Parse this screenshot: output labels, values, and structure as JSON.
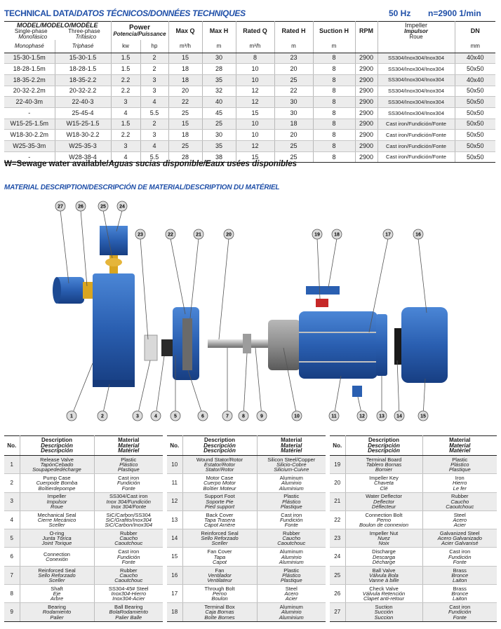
{
  "header": {
    "title_en": "TECHNICAL DATA/",
    "title_rest": "DATOS TÉCNICOS/DONNÉES TECHNIQUES",
    "frequency": "50 Hz",
    "speed": "n=2900 1/min"
  },
  "tech_table": {
    "col_model": {
      "title": "MODEL/MODELO/MODÈLE",
      "single": "Single-phase",
      "single_es": "Monofásico",
      "single_fr": "Monophasé",
      "three": "Three-phase",
      "three_es": "Trifásico",
      "three_fr": "Triphasé"
    },
    "col_power": {
      "title": "Power",
      "sub": "Potencia/Puissance",
      "kw": "kw",
      "hp": "hp"
    },
    "col_maxq": {
      "title": "Max Q",
      "unit": "m³/h"
    },
    "col_maxh": {
      "title": "Max H",
      "unit": "m"
    },
    "col_ratedq": {
      "title": "Rated Q",
      "unit": "m³/h"
    },
    "col_ratedh": {
      "title": "Rated H",
      "unit": "m"
    },
    "col_suction": {
      "title": "Suction H",
      "unit": "m"
    },
    "col_rpm": {
      "title": "RPM"
    },
    "col_impeller": {
      "title": "Impeller",
      "es": "Impulsor",
      "fr": "Roue"
    },
    "col_dn": {
      "title": "DN",
      "unit": "mm"
    },
    "rows": [
      {
        "single": "15-30-1.5m",
        "three": "15-30-1.5",
        "kw": "1.5",
        "hp": "2",
        "maxq": "15",
        "maxh": "30",
        "rq": "8",
        "rh": "23",
        "sh": "8",
        "rpm": "2900",
        "imp": "SS304/Inox304/Inox304",
        "dn": "40x40"
      },
      {
        "single": "18-28-1.5m",
        "three": "18-28-1.5",
        "kw": "1.5",
        "hp": "2",
        "maxq": "18",
        "maxh": "28",
        "rq": "10",
        "rh": "20",
        "sh": "8",
        "rpm": "2900",
        "imp": "SS304/Inox304/Inox304",
        "dn": "50x50"
      },
      {
        "single": "18-35-2.2m",
        "three": "18-35-2.2",
        "kw": "2.2",
        "hp": "3",
        "maxq": "18",
        "maxh": "35",
        "rq": "10",
        "rh": "25",
        "sh": "8",
        "rpm": "2900",
        "imp": "SS304/Inox304/Inox304",
        "dn": "40x40"
      },
      {
        "single": "20-32-2.2m",
        "three": "20-32-2.2",
        "kw": "2.2",
        "hp": "3",
        "maxq": "20",
        "maxh": "32",
        "rq": "12",
        "rh": "22",
        "sh": "8",
        "rpm": "2900",
        "imp": "SS304/Inox304/Inox304",
        "dn": "50x50"
      },
      {
        "single": "22-40-3m",
        "three": "22-40-3",
        "kw": "3",
        "hp": "4",
        "maxq": "22",
        "maxh": "40",
        "rq": "12",
        "rh": "30",
        "sh": "8",
        "rpm": "2900",
        "imp": "SS304/Inox304/Inox304",
        "dn": "50x50"
      },
      {
        "single": "-",
        "three": "25-45-4",
        "kw": "4",
        "hp": "5.5",
        "maxq": "25",
        "maxh": "45",
        "rq": "15",
        "rh": "30",
        "sh": "8",
        "rpm": "2900",
        "imp": "SS304/Inox304/Inox304",
        "dn": "50x50"
      },
      {
        "single": "W15-25-1.5m",
        "three": "W15-25-1.5",
        "kw": "1.5",
        "hp": "2",
        "maxq": "15",
        "maxh": "25",
        "rq": "10",
        "rh": "18",
        "sh": "8",
        "rpm": "2900",
        "imp": "Cast iron/Fundición/Fonte",
        "dn": "50x50"
      },
      {
        "single": "W18-30-2.2m",
        "three": "W18-30-2.2",
        "kw": "2.2",
        "hp": "3",
        "maxq": "18",
        "maxh": "30",
        "rq": "10",
        "rh": "20",
        "sh": "8",
        "rpm": "2900",
        "imp": "Cast iron/Fundición/Fonte",
        "dn": "50x50"
      },
      {
        "single": "W25-35-3m",
        "three": "W25-35-3",
        "kw": "3",
        "hp": "4",
        "maxq": "25",
        "maxh": "35",
        "rq": "12",
        "rh": "25",
        "sh": "8",
        "rpm": "2900",
        "imp": "Cast iron/Fundición/Fonte",
        "dn": "50x50"
      },
      {
        "single": "-",
        "three": "W28-38-4",
        "kw": "4",
        "hp": "5.5",
        "maxq": "28",
        "maxh": "38",
        "rq": "15",
        "rh": "25",
        "sh": "8",
        "rpm": "2900",
        "imp": "Cast iron/Fundición/Fonte",
        "dn": "50x50"
      }
    ]
  },
  "note": {
    "lead": "W=Sewage water available/",
    "rest": "Aguas sucias disponible/Eaux usées disponibles"
  },
  "material_title": "MATERIAL DESCRIPTION/DESCRIPCIÓN DE MATERIAL/DESCRIPTION DU MATÉRIEL",
  "callouts": [
    "1",
    "2",
    "3",
    "4",
    "5",
    "6",
    "7",
    "8",
    "9",
    "10",
    "11",
    "12",
    "13",
    "14",
    "15",
    "16",
    "17",
    "18",
    "19",
    "20",
    "21",
    "22",
    "23",
    "24",
    "25",
    "26",
    "27"
  ],
  "colors": {
    "accent": "#1f4fa8",
    "pump_blue": "#2b63b6",
    "stator_grey": "#8a8a8a",
    "brass": "#d9a520",
    "valve_red": "#c62828"
  },
  "parts_head": {
    "no": "No.",
    "desc": "Description",
    "desc_es": "Descripción",
    "desc_fr": "Descripción",
    "mat": "Material",
    "mat_es": "Material",
    "mat_fr": "Matériel"
  },
  "parts": [
    {
      "no": "1",
      "d": [
        "Release Valve",
        "TapónCebado",
        "Soupapededécharge"
      ],
      "m": [
        "Plastic",
        "Plástico",
        "Plastique"
      ]
    },
    {
      "no": "2",
      "d": [
        "Pump Case",
        "Cuerpode Bomba",
        "Boîtierdepompe"
      ],
      "m": [
        "Cast iron",
        "Fundición",
        "Fonte"
      ]
    },
    {
      "no": "3",
      "d": [
        "Impeller",
        "Impulsor",
        "Roue"
      ],
      "m": [
        "SS304/Cast iron",
        "Inox 304/Fundición",
        "Inox 304/Fonte"
      ]
    },
    {
      "no": "4",
      "d": [
        "Mechanical Seal",
        "Cierre Mecánico",
        "Sceller"
      ],
      "m": [
        "SiC/Carbon/SS304",
        "SiC/Grafito/Inox304",
        "SiC/Carbon/Inox304"
      ]
    },
    {
      "no": "5",
      "d": [
        "O-ring",
        "Junta Tórica",
        "Joint Torique"
      ],
      "m": [
        "Rubber",
        "Caucho",
        "Caoutchouc"
      ]
    },
    {
      "no": "6",
      "d": [
        "Connection",
        "Conexión",
        ""
      ],
      "m": [
        "Cast iron",
        "Fundición",
        "Fonte"
      ]
    },
    {
      "no": "7",
      "d": [
        "Reinforced Seal",
        "Sello Reforzado",
        "Sceller"
      ],
      "m": [
        "Rubber",
        "Caucho",
        "Caoutchouc"
      ]
    },
    {
      "no": "8",
      "d": [
        "Shaft",
        "Eje",
        "Arbre"
      ],
      "m": [
        "SS304-45# Steel",
        "Inox304-Hierro",
        "Inox304-Acier"
      ]
    },
    {
      "no": "9",
      "d": [
        "Bearing",
        "Rodamiento",
        "Palier"
      ],
      "m": [
        "Ball Bearing",
        "BolaRodamiento",
        "Palier Balle"
      ]
    },
    {
      "no": "10",
      "d": [
        "Wound Stator/Rotor",
        "Estator/Rotor",
        "Stator/Rotor"
      ],
      "m": [
        "Silicon Steel/Copper",
        "Silicio-Cobre",
        "Silicium-Cuivre"
      ]
    },
    {
      "no": "11",
      "d": [
        "Motor Case",
        "Cuerpo Motor",
        "Boîtier Moteur"
      ],
      "m": [
        "Aluminum",
        "Aluminio",
        "Aluminium"
      ]
    },
    {
      "no": "12",
      "d": [
        "Support Foot",
        "Soporte Pie",
        "Pied support"
      ],
      "m": [
        "Plastic",
        "Plástico",
        "Plastique"
      ]
    },
    {
      "no": "13",
      "d": [
        "Back Cover",
        "Tapa Trasera",
        "Capot Arrière"
      ],
      "m": [
        "Cast iron",
        "Fundición",
        "Fonte"
      ]
    },
    {
      "no": "14",
      "d": [
        "Reinforced Seal",
        "Sello Reforzado",
        "Sceller"
      ],
      "m": [
        "Rubber",
        "Caucho",
        "Caoutchouc"
      ]
    },
    {
      "no": "15",
      "d": [
        "Fan Cover",
        "Tapa",
        "Capot"
      ],
      "m": [
        "Aluminum",
        "Aluminio",
        "Aluminium"
      ]
    },
    {
      "no": "16",
      "d": [
        "Fan",
        "Ventilador",
        "Ventilateur"
      ],
      "m": [
        "Plastic",
        "Plástico",
        "Plastique"
      ]
    },
    {
      "no": "17",
      "d": [
        "Through Bolt",
        "Perno",
        "Boulon"
      ],
      "m": [
        "Steel",
        "Acero",
        "Acier"
      ]
    },
    {
      "no": "18",
      "d": [
        "Terminal Box",
        "Caja Bornas",
        "Boîte Bornes"
      ],
      "m": [
        "Aluminum",
        "Aluminio",
        "Aluminium"
      ]
    },
    {
      "no": "19",
      "d": [
        "Terminal Board",
        "Tablero Bornas",
        "Bornier"
      ],
      "m": [
        "Plastic",
        "Plástico",
        "Plastique"
      ]
    },
    {
      "no": "20",
      "d": [
        "Impeller Key",
        "Chaveta",
        "Clé"
      ],
      "m": [
        "Iron",
        "Hierro",
        "Le fer"
      ]
    },
    {
      "no": "21",
      "d": [
        "Water Deflector",
        "Deflector",
        "Déflecteur"
      ],
      "m": [
        "Rubber",
        "Caucho",
        "Caoutchouc"
      ]
    },
    {
      "no": "22",
      "d": [
        "Connection Bolt",
        "Perno",
        "Boulon de connexion"
      ],
      "m": [
        "Steel",
        "Acero",
        "Acier"
      ]
    },
    {
      "no": "23",
      "d": [
        "Impeller Nut",
        "Nuez",
        "Noix"
      ],
      "m": [
        "Galvanized Steel",
        "Acero Galvanizado",
        "Acier Galvanisé"
      ]
    },
    {
      "no": "24",
      "d": [
        "Discharge",
        "Descarga",
        "Décharge"
      ],
      "m": [
        "Cast iron",
        "Fundición",
        "Fonte"
      ]
    },
    {
      "no": "25",
      "d": [
        "Ball Valve",
        "Válvula Bola",
        "Vanne à bille"
      ],
      "m": [
        "Brass",
        "Bronce",
        "Laiton"
      ]
    },
    {
      "no": "26",
      "d": [
        "Check Valve",
        "Válvula Retención",
        "Clapet anti-retour"
      ],
      "m": [
        "Brass",
        "Bronce",
        "Laiton"
      ]
    },
    {
      "no": "27",
      "d": [
        "Suction",
        "Succión",
        "Succion"
      ],
      "m": [
        "Cast iron",
        "Fundición",
        "Fonte"
      ]
    }
  ]
}
